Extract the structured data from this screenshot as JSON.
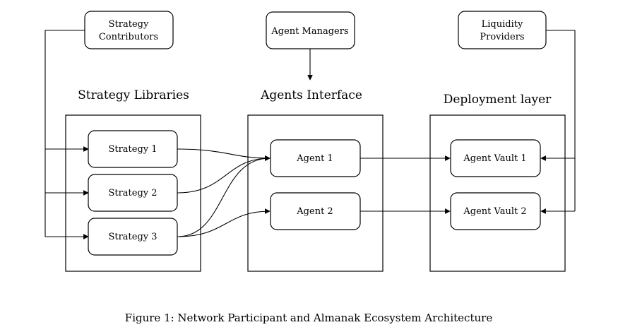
{
  "sections": {
    "strategy_libraries": "Strategy Libraries",
    "agents_interface": "Agents Interface",
    "deployment_layer": "Deployment layer"
  },
  "nodes": {
    "strategy_contributors": [
      "Strategy",
      "Contributors"
    ],
    "agent_managers": "Agent Managers",
    "liquidity_providers": [
      "Liquidity",
      "Providers"
    ],
    "strategy_1": "Strategy 1",
    "strategy_2": "Strategy 2",
    "strategy_3": "Strategy 3",
    "agent_1": "Agent 1",
    "agent_2": "Agent 2",
    "agent_vault_1": "Agent Vault 1",
    "agent_vault_2": "Agent Vault 2"
  },
  "caption": "Figure 1: Network Participant and Almanak Ecosystem Architecture"
}
